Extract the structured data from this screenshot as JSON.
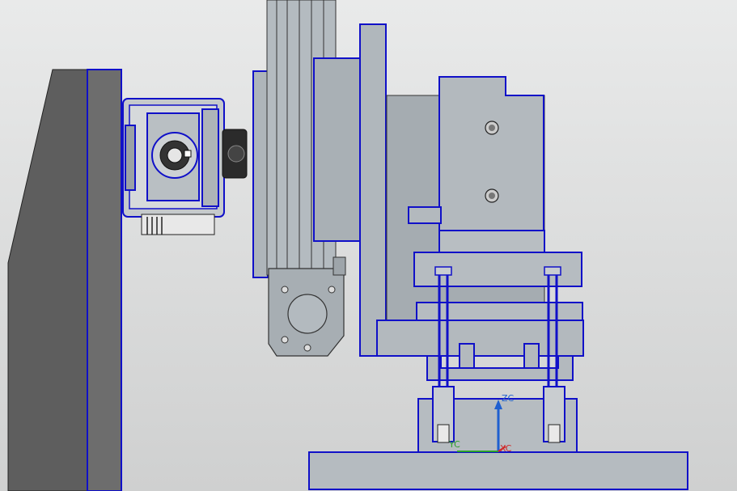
{
  "viewport": {
    "background_top": "#e9eaea",
    "background_bottom": "#cfd0d0"
  },
  "colors": {
    "edge_highlight": "#1010c8",
    "part_gray": "#a6adb2",
    "part_light": "#b9bfc3",
    "frame_dark": "#6b6b6b",
    "outline": "#1a1a1a",
    "axis_z": "#1f5fd0",
    "axis_y": "#2aa02a",
    "axis_x": "#d02a2a"
  },
  "coordinate_system": {
    "zc_label": "ZC",
    "yc_label": "YC",
    "xc_label": "XC"
  }
}
